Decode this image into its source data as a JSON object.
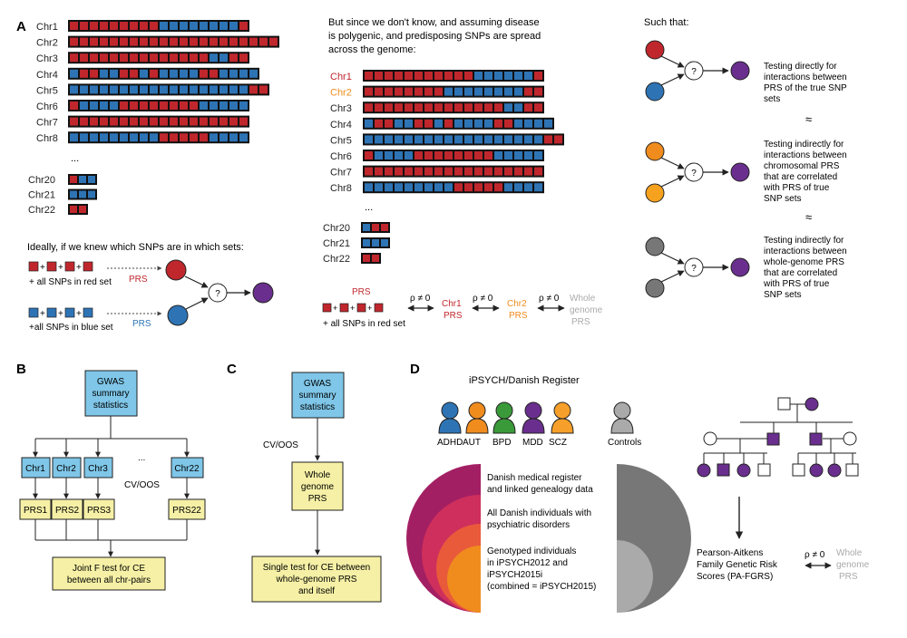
{
  "panel_labels": {
    "a": "A",
    "b": "B",
    "c": "C",
    "d": "D"
  },
  "colors": {
    "red": "#c0272d",
    "blue": "#2e74b5",
    "orange": "#f08c1e",
    "purple": "#6a2f8e",
    "grey": "#777777",
    "green": "#3a9a3a",
    "yellow_box": "#f5f0a5",
    "blue_box": "#7fc6e8",
    "light_grey": "#aaaaaa"
  },
  "panelA": {
    "left": {
      "chromosomes": [
        {
          "label": "Chr1",
          "pattern": "RRRRRRRRRBBBBBBBBR"
        },
        {
          "label": "Chr2",
          "pattern": "RRRRRRRRRRRRRRRRRRRRR"
        },
        {
          "label": "Chr3",
          "pattern": "RRRRRRRRRRRRRRBBRR"
        },
        {
          "label": "Chr4",
          "pattern": "BRRBBRRBRBBBBRRBBBB"
        },
        {
          "label": "Chr5",
          "pattern": "BBBBBBBBBBBBBBBBBBRR"
        },
        {
          "label": "Chr6",
          "pattern": "RBBBBRRRRRRRRBBBBB"
        },
        {
          "label": "Chr7",
          "pattern": "RRRRRRRRRRRRRRRRRR"
        },
        {
          "label": "Chr8",
          "pattern": "BBBBBBBBBRRRRRBBBB"
        }
      ],
      "ellipsis": "...",
      "chromosomes_tail": [
        {
          "label": "Chr20",
          "pattern": "RBB"
        },
        {
          "label": "Chr21",
          "pattern": "BBB"
        },
        {
          "label": "Chr22",
          "pattern": "RR"
        }
      ],
      "ideal_text": "Ideally, if we knew which SNPs are in which sets:",
      "red_set_text": "+ all SNPs in red set",
      "blue_set_text": "+all SNPs in blue set",
      "prs_label": "PRS",
      "question": "?"
    },
    "middle": {
      "intro": [
        "But since we don't know, and assuming disease",
        "is polygenic, and predisposing SNPs are spread",
        "across the genome:"
      ],
      "chromosomes": [
        {
          "label": "Chr1",
          "pattern": "RRRRRRRRRRRBBBBBBR",
          "label_color": "red"
        },
        {
          "label": "Chr2",
          "pattern": "RRRRRRRRBBBBBBBBRR",
          "label_color": "orange"
        },
        {
          "label": "Chr3",
          "pattern": "RRRRRRRRRRRRRRBBRR",
          "label_color": "dark"
        },
        {
          "label": "Chr4",
          "pattern": "BRRBBRRBRBBBBRRBBBB",
          "label_color": "dark"
        },
        {
          "label": "Chr5",
          "pattern": "BBBBBBBBBBBBBBBBBBRR",
          "label_color": "dark"
        },
        {
          "label": "Chr6",
          "pattern": "RBBBBRRRRRRRRBBBBB",
          "label_color": "dark"
        },
        {
          "label": "Chr7",
          "pattern": "RRRRRRRRRRRRRRRRRR",
          "label_color": "dark"
        },
        {
          "label": "Chr8",
          "pattern": "BBBBBBBBBRRRRRBBBB",
          "label_color": "dark"
        }
      ],
      "ellipsis": "...",
      "chromosomes_tail": [
        {
          "label": "Chr20",
          "pattern": "BRR"
        },
        {
          "label": "Chr21",
          "pattern": "BBB"
        },
        {
          "label": "Chr22",
          "pattern": "RR"
        }
      ],
      "prs_label": "PRS",
      "red_set_text": "+ all SNPs in red set",
      "rho": "ρ ≠ 0",
      "chr1_prs": [
        "Chr1",
        "PRS"
      ],
      "chr2_prs": [
        "Chr2",
        "PRS"
      ],
      "whole_genome_prs": [
        "Whole",
        "genome",
        "PRS"
      ]
    },
    "right": {
      "title": "Such that:",
      "q": "?",
      "texts": [
        [
          "Testing directly for",
          "interactions between",
          "PRS of the true SNP",
          "sets"
        ],
        [
          "Testing indirectly for",
          "interactions between",
          "chromosomal PRS",
          "that are correlated",
          "with PRS of true",
          "SNP sets"
        ],
        [
          "Testing indirectly for",
          "interactions between",
          "whole-genome PRS",
          "that are correlated",
          "with PRS of true",
          "SNP sets"
        ]
      ],
      "approx": "≈"
    }
  },
  "panelB": {
    "gwas": [
      "GWAS",
      "summary",
      "statistics"
    ],
    "chrs": [
      "Chr1",
      "Chr2",
      "Chr3",
      "Chr22"
    ],
    "ellipsis": "...",
    "cvoos": "CV/OOS",
    "prs": [
      "PRS1",
      "PRS2",
      "PRS3",
      "PRS22"
    ],
    "test": [
      "Joint F test for CE",
      "between all chr-pairs"
    ]
  },
  "panelC": {
    "gwas": [
      "GWAS",
      "summary",
      "statistics"
    ],
    "cvoos": "CV/OOS",
    "whole": [
      "Whole",
      "genome",
      "PRS"
    ],
    "test": [
      "Single test for CE between",
      "whole-genome PRS",
      "and itself"
    ]
  },
  "panelD": {
    "title": "iPSYCH/Danish Register",
    "groups": [
      "ADHD",
      "AUT",
      "BPD",
      "MDD",
      "SCZ"
    ],
    "controls": "Controls",
    "layers": [
      [
        "Danish medical register",
        "and linked genealogy data"
      ],
      [
        "All Danish individuals with",
        "psychiatric disorders"
      ],
      [
        "Genotyped individuals",
        "in iPSYCH2012 and",
        "iPSYCH2015i",
        "(combined = iPSYCH2015)"
      ]
    ],
    "pafgrs": [
      "Pearson-Aitkens",
      "Family Genetic Risk",
      "Scores (PA-FGRS)"
    ],
    "rho": "ρ ≠ 0",
    "whole": [
      "Whole",
      "genome",
      "PRS"
    ]
  }
}
